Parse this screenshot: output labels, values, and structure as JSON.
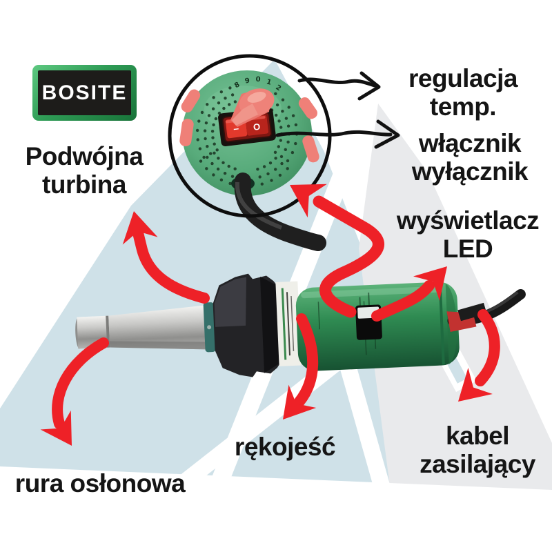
{
  "brand": {
    "logo_text": "BOSITE"
  },
  "labels": {
    "double_turbine": {
      "line1": "Podwójna",
      "line2": "turbina"
    },
    "temp_regulation": {
      "line1": "regulacja",
      "line2": "temp."
    },
    "on_off_switch": {
      "line1": "włącznik",
      "line2": "wyłącznik"
    },
    "led_display": {
      "line1": "wyświetlacz",
      "line2": "LED"
    },
    "handle": {
      "line1": "rękojeść"
    },
    "power_cable": {
      "line1": "kabel",
      "line2": "zasilający"
    },
    "protective_tube": {
      "line1": "rura osłonowa"
    }
  },
  "inset": {
    "dial_digits": [
      "8",
      "9",
      "0",
      "1",
      "2"
    ],
    "switch_on_symbol": "–",
    "switch_off_symbol": "O"
  },
  "colors": {
    "accent_red": "#ee2127",
    "background_blue": "#cfe1e8",
    "background_gray": "#e9eaec",
    "brand_green": "#2f9e54",
    "device_green": "#2f8b52",
    "salmon": "#ef8078"
  }
}
